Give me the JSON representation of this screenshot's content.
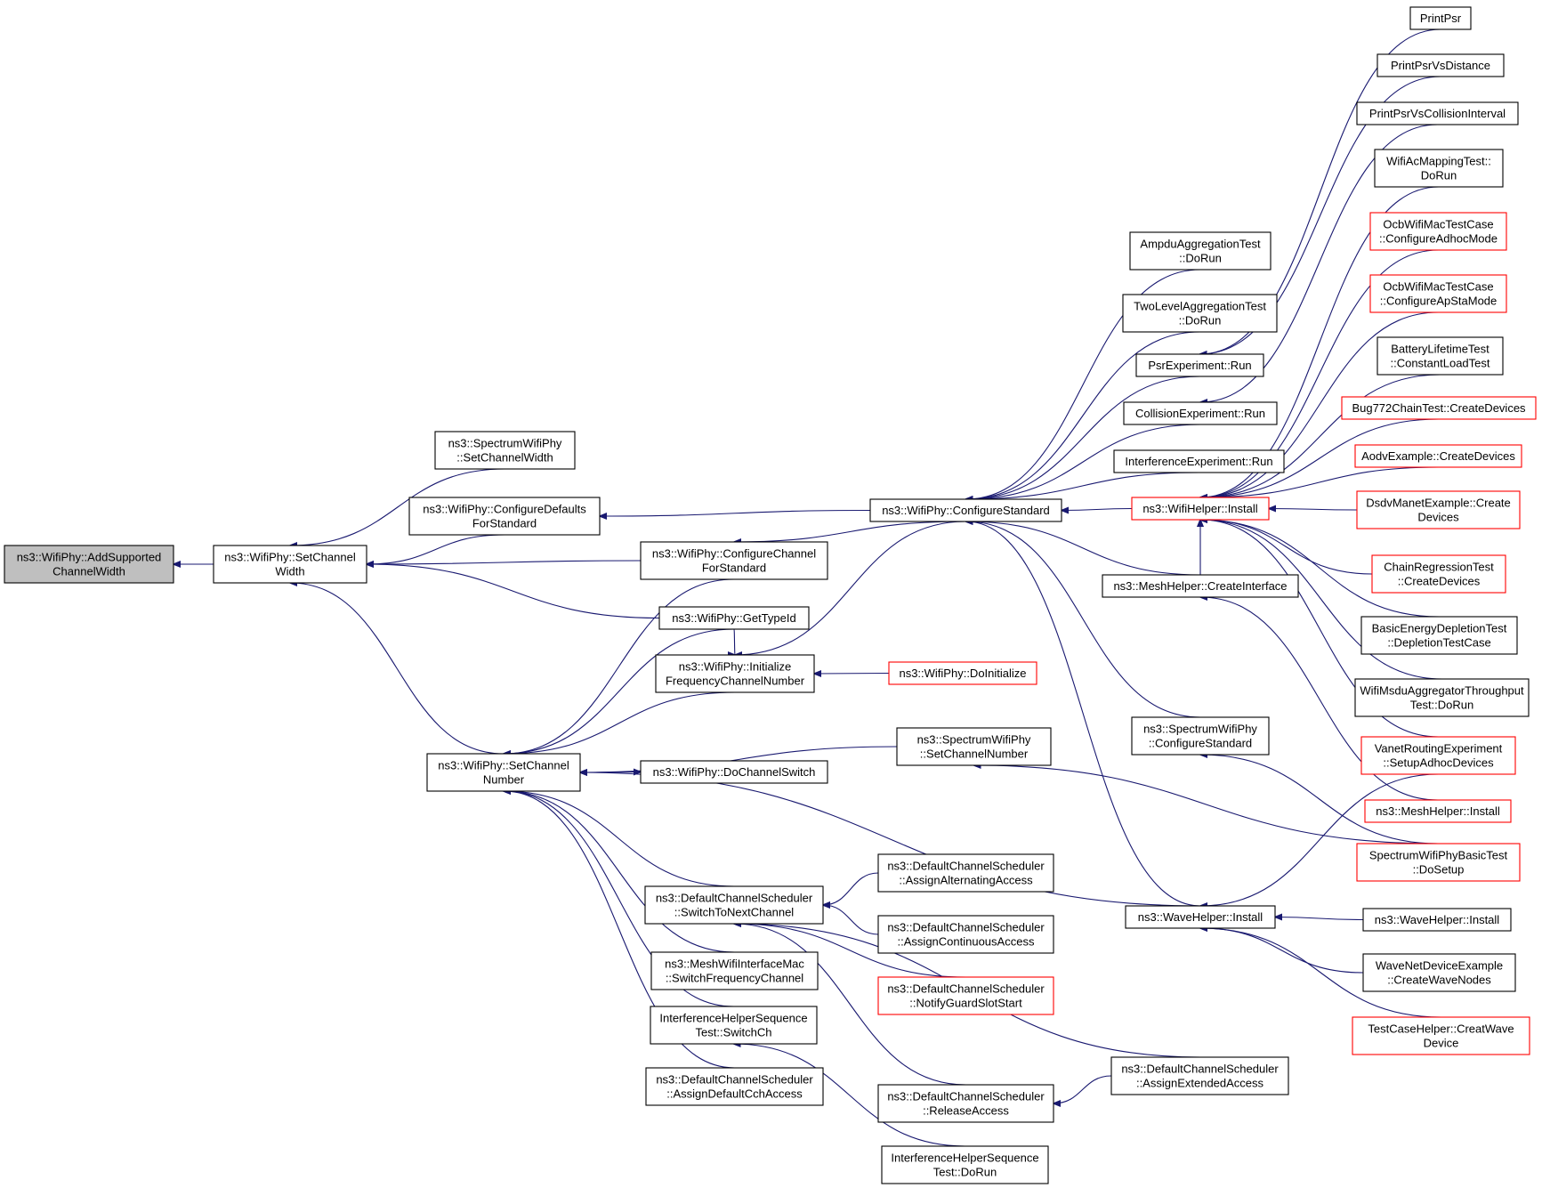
{
  "colors": {
    "edge": "#191970",
    "truncated_border": "#ff0000",
    "root_fill": "#bfbfbf",
    "node_border": "#000000"
  },
  "nodes": {
    "n0": {
      "lines": [
        "ns3::WifiPhy::AddSupported",
        "ChannelWidth"
      ],
      "kind": "root"
    },
    "n1": {
      "lines": [
        "ns3::WifiPhy::SetChannel",
        "Width"
      ]
    },
    "n2": {
      "lines": [
        "ns3::SpectrumWifiPhy",
        "::SetChannelWidth"
      ]
    },
    "n3": {
      "lines": [
        "ns3::WifiPhy::ConfigureDefaults",
        "ForStandard"
      ]
    },
    "n4": {
      "lines": [
        "ns3::WifiPhy::ConfigureChannel",
        "ForStandard"
      ]
    },
    "n5": {
      "lines": [
        "ns3::WifiPhy::GetTypeId"
      ]
    },
    "n6": {
      "lines": [
        "ns3::WifiPhy::SetChannel",
        "Number"
      ]
    },
    "n7": {
      "lines": [
        "ns3::WifiPhy::ConfigureStandard"
      ]
    },
    "n8": {
      "lines": [
        "ns3::WifiPhy::Initialize",
        "FrequencyChannelNumber"
      ]
    },
    "n9": {
      "lines": [
        "ns3::WifiPhy::DoInitialize"
      ],
      "kind": "trunc"
    },
    "n10": {
      "lines": [
        "ns3::WifiPhy::DoChannelSwitch"
      ]
    },
    "n11": {
      "lines": [
        "ns3::SpectrumWifiPhy",
        "::SetChannelNumber"
      ]
    },
    "n12": {
      "lines": [
        "ns3::DefaultChannelScheduler",
        "::SwitchToNextChannel"
      ]
    },
    "n13": {
      "lines": [
        "ns3::MeshWifiInterfaceMac",
        "::SwitchFrequencyChannel"
      ]
    },
    "n14": {
      "lines": [
        "InterferenceHelperSequence",
        "Test::SwitchCh"
      ]
    },
    "n15": {
      "lines": [
        "ns3::DefaultChannelScheduler",
        "::AssignDefaultCchAccess"
      ]
    },
    "n16": {
      "lines": [
        "ns3::DefaultChannelScheduler",
        "::AssignAlternatingAccess"
      ]
    },
    "n17": {
      "lines": [
        "ns3::DefaultChannelScheduler",
        "::AssignContinuousAccess"
      ]
    },
    "n18": {
      "lines": [
        "ns3::DefaultChannelScheduler",
        "::NotifyGuardSlotStart"
      ],
      "kind": "trunc"
    },
    "n19": {
      "lines": [
        "ns3::DefaultChannelScheduler",
        "::ReleaseAccess"
      ]
    },
    "n20": {
      "lines": [
        "InterferenceHelperSequence",
        "Test::DoRun"
      ]
    },
    "n21": {
      "lines": [
        "ns3::DefaultChannelScheduler",
        "::AssignExtendedAccess"
      ]
    },
    "n22": {
      "lines": [
        "AmpduAggregationTest",
        "::DoRun"
      ]
    },
    "n23": {
      "lines": [
        "TwoLevelAggregationTest",
        "::DoRun"
      ]
    },
    "n24": {
      "lines": [
        "PsrExperiment::Run"
      ]
    },
    "n25": {
      "lines": [
        "CollisionExperiment::Run"
      ]
    },
    "n26": {
      "lines": [
        "InterferenceExperiment::Run"
      ]
    },
    "n27": {
      "lines": [
        "ns3::WifiHelper::Install"
      ],
      "kind": "trunc"
    },
    "n28": {
      "lines": [
        "ns3::MeshHelper::CreateInterface"
      ]
    },
    "n29": {
      "lines": [
        "ns3::SpectrumWifiPhy",
        "::ConfigureStandard"
      ]
    },
    "n30": {
      "lines": [
        "ns3::WaveHelper::Install"
      ]
    },
    "n31": {
      "lines": [
        "PrintPsr"
      ]
    },
    "n32": {
      "lines": [
        "PrintPsrVsDistance"
      ]
    },
    "n33": {
      "lines": [
        "PrintPsrVsCollisionInterval"
      ]
    },
    "n34": {
      "lines": [
        "WifiAcMappingTest::",
        "DoRun"
      ]
    },
    "n35": {
      "lines": [
        "OcbWifiMacTestCase",
        "::ConfigureAdhocMode"
      ],
      "kind": "trunc"
    },
    "n36": {
      "lines": [
        "OcbWifiMacTestCase",
        "::ConfigureApStaMode"
      ],
      "kind": "trunc"
    },
    "n37": {
      "lines": [
        "BatteryLifetimeTest",
        "::ConstantLoadTest"
      ]
    },
    "n38": {
      "lines": [
        "Bug772ChainTest::CreateDevices"
      ],
      "kind": "trunc"
    },
    "n39": {
      "lines": [
        "AodvExample::CreateDevices"
      ],
      "kind": "trunc"
    },
    "n40": {
      "lines": [
        "DsdvManetExample::Create",
        "Devices"
      ],
      "kind": "trunc"
    },
    "n41": {
      "lines": [
        "ChainRegressionTest",
        "::CreateDevices"
      ],
      "kind": "trunc"
    },
    "n42": {
      "lines": [
        "BasicEnergyDepletionTest",
        "::DepletionTestCase"
      ]
    },
    "n43": {
      "lines": [
        "WifiMsduAggregatorThroughput",
        "Test::DoRun"
      ]
    },
    "n44": {
      "lines": [
        "VanetRoutingExperiment",
        "::SetupAdhocDevices"
      ],
      "kind": "trunc"
    },
    "n45": {
      "lines": [
        "ns3::MeshHelper::Install"
      ],
      "kind": "trunc"
    },
    "n46": {
      "lines": [
        "SpectrumWifiPhyBasicTest",
        "::DoSetup"
      ],
      "kind": "trunc"
    },
    "n47": {
      "lines": [
        "ns3::WaveHelper::Install"
      ]
    },
    "n48": {
      "lines": [
        "WaveNetDeviceExample",
        "::CreateWaveNodes"
      ]
    },
    "n49": {
      "lines": [
        "TestCaseHelper::CreatWave",
        "Device"
      ],
      "kind": "trunc"
    }
  },
  "edges": [
    [
      "n1",
      "n0"
    ],
    [
      "n2",
      "n1"
    ],
    [
      "n3",
      "n1"
    ],
    [
      "n4",
      "n1"
    ],
    [
      "n5",
      "n1"
    ],
    [
      "n6",
      "n1"
    ],
    [
      "n7",
      "n3"
    ],
    [
      "n7",
      "n4"
    ],
    [
      "n5",
      "n8"
    ],
    [
      "n4",
      "n6"
    ],
    [
      "n5",
      "n6"
    ],
    [
      "n8",
      "n6"
    ],
    [
      "n10",
      "n6"
    ],
    [
      "n11",
      "n6"
    ],
    [
      "n12",
      "n6"
    ],
    [
      "n13",
      "n6"
    ],
    [
      "n14",
      "n6"
    ],
    [
      "n15",
      "n6"
    ],
    [
      "n30",
      "n6"
    ],
    [
      "n6",
      "n10"
    ],
    [
      "n9",
      "n8"
    ],
    [
      "n7",
      "n8"
    ],
    [
      "n16",
      "n12"
    ],
    [
      "n17",
      "n12"
    ],
    [
      "n18",
      "n12"
    ],
    [
      "n19",
      "n12"
    ],
    [
      "n21",
      "n12"
    ],
    [
      "n20",
      "n14"
    ],
    [
      "n21",
      "n19"
    ],
    [
      "n22",
      "n7"
    ],
    [
      "n23",
      "n7"
    ],
    [
      "n24",
      "n7"
    ],
    [
      "n25",
      "n7"
    ],
    [
      "n26",
      "n7"
    ],
    [
      "n27",
      "n7"
    ],
    [
      "n28",
      "n7"
    ],
    [
      "n29",
      "n7"
    ],
    [
      "n30",
      "n7"
    ],
    [
      "n31",
      "n24"
    ],
    [
      "n32",
      "n24"
    ],
    [
      "n33",
      "n25"
    ],
    [
      "n34",
      "n27"
    ],
    [
      "n35",
      "n27"
    ],
    [
      "n36",
      "n27"
    ],
    [
      "n37",
      "n27"
    ],
    [
      "n38",
      "n27"
    ],
    [
      "n39",
      "n27"
    ],
    [
      "n40",
      "n27"
    ],
    [
      "n41",
      "n27"
    ],
    [
      "n42",
      "n27"
    ],
    [
      "n43",
      "n27"
    ],
    [
      "n44",
      "n27"
    ],
    [
      "n28",
      "n27"
    ],
    [
      "n45",
      "n28"
    ],
    [
      "n46",
      "n29"
    ],
    [
      "n46",
      "n11"
    ],
    [
      "n47",
      "n30"
    ],
    [
      "n48",
      "n30"
    ],
    [
      "n49",
      "n30"
    ],
    [
      "n44",
      "n30"
    ]
  ]
}
